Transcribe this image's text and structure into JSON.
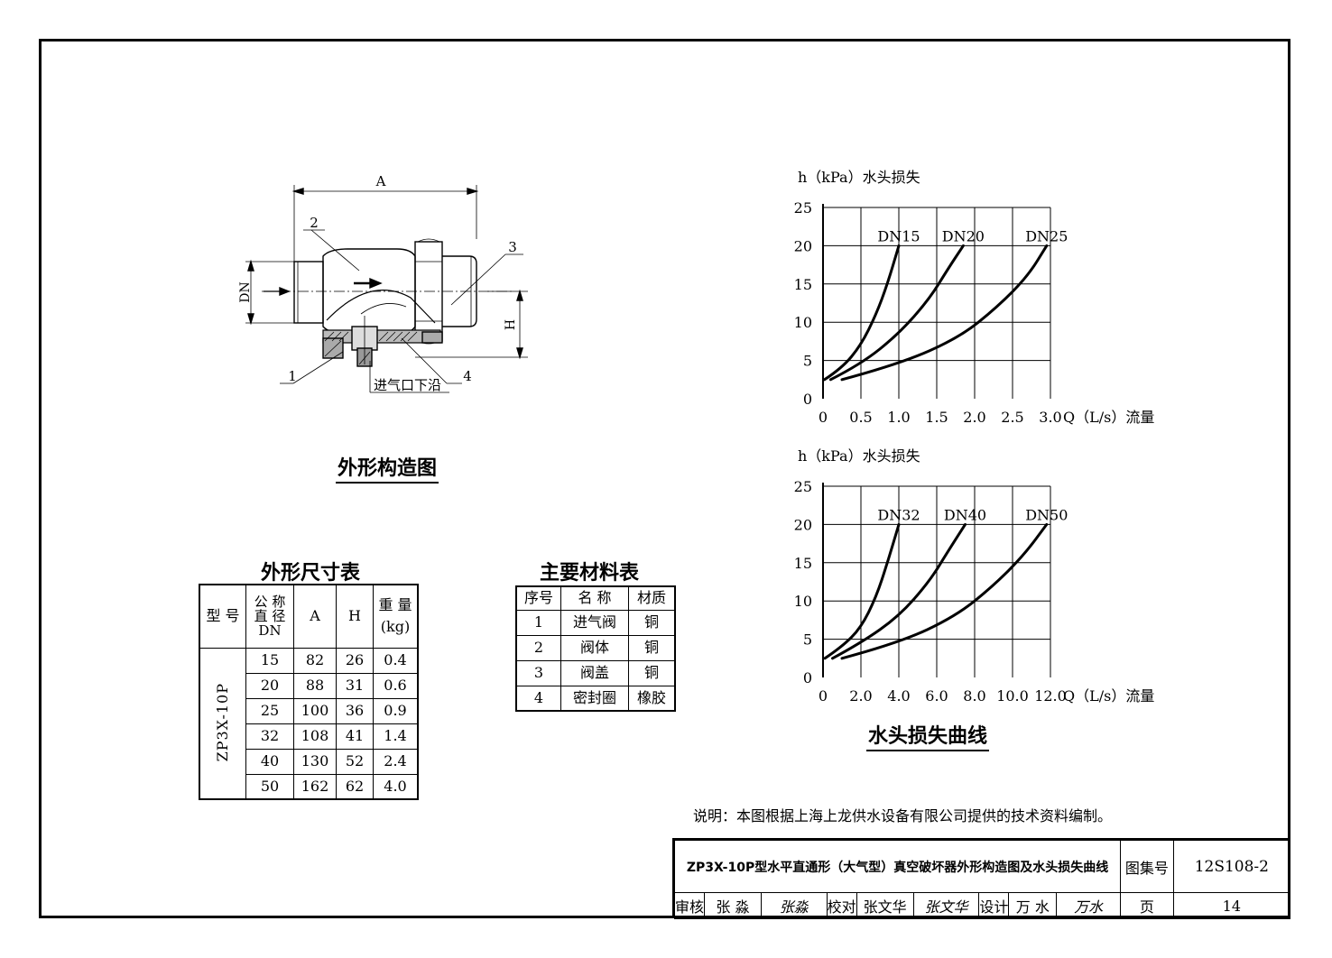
{
  "drawing": {
    "dim_A": "A",
    "dim_DN": "DN",
    "dim_H": "H",
    "part_1": "1",
    "part_2": "2",
    "part_3": "3",
    "part_4": "4",
    "inlet_label": "进气口下沿"
  },
  "drawing_title": "外形构造图",
  "curves_title": "水头损失曲线",
  "chart_data": [
    {
      "type": "line",
      "ylabel": "h（kPa）水头损失",
      "xlabel": "Q（L/s）流量",
      "x_ticks": [
        "0",
        "0.5",
        "1.0",
        "1.5",
        "2.0",
        "2.5",
        "3.0"
      ],
      "y_ticks": [
        "0",
        "5",
        "10",
        "15",
        "20",
        "25"
      ],
      "xlim": [
        0,
        3.0
      ],
      "ylim": [
        0,
        25
      ],
      "grid": true,
      "series": [
        {
          "name": "DN15",
          "points": [
            [
              0.02,
              2.5
            ],
            [
              0.25,
              4.0
            ],
            [
              0.5,
              7.0
            ],
            [
              0.7,
              11.0
            ],
            [
              0.85,
              15.0
            ],
            [
              1.0,
              20.0
            ]
          ]
        },
        {
          "name": "DN20",
          "points": [
            [
              0.1,
              2.5
            ],
            [
              0.5,
              4.5
            ],
            [
              1.0,
              8.5
            ],
            [
              1.4,
              13.0
            ],
            [
              1.65,
              17.0
            ],
            [
              1.85,
              20.0
            ]
          ]
        },
        {
          "name": "DN25",
          "points": [
            [
              0.25,
              2.5
            ],
            [
              1.0,
              4.5
            ],
            [
              1.8,
              8.0
            ],
            [
              2.3,
              12.0
            ],
            [
              2.7,
              16.0
            ],
            [
              2.95,
              20.0
            ]
          ]
        }
      ]
    },
    {
      "type": "line",
      "ylabel": "h（kPa）水头损失",
      "xlabel": "Q（L/s）流量",
      "x_ticks": [
        "0",
        "2.0",
        "4.0",
        "6.0",
        "8.0",
        "10.0",
        "12.0"
      ],
      "y_ticks": [
        "0",
        "5",
        "10",
        "15",
        "20",
        "25"
      ],
      "xlim": [
        0,
        12.0
      ],
      "ylim": [
        0,
        25
      ],
      "grid": true,
      "series": [
        {
          "name": "DN32",
          "points": [
            [
              0.1,
              2.5
            ],
            [
              1.0,
              4.0
            ],
            [
              2.0,
              6.5
            ],
            [
              2.8,
              10.5
            ],
            [
              3.4,
              15.0
            ],
            [
              4.0,
              20.0
            ]
          ]
        },
        {
          "name": "DN40",
          "points": [
            [
              0.5,
              2.5
            ],
            [
              2.0,
              4.5
            ],
            [
              4.0,
              8.0
            ],
            [
              5.6,
              12.5
            ],
            [
              6.6,
              16.5
            ],
            [
              7.5,
              20.0
            ]
          ]
        },
        {
          "name": "DN50",
          "points": [
            [
              1.0,
              2.5
            ],
            [
              4.0,
              4.5
            ],
            [
              7.0,
              8.0
            ],
            [
              9.0,
              12.0
            ],
            [
              10.6,
              16.0
            ],
            [
              11.8,
              20.0
            ]
          ]
        }
      ]
    }
  ],
  "dimension_table": {
    "title": "外形尺寸表",
    "headers": {
      "model": "型  号",
      "dn_line1": "公 称",
      "dn_line2": "直 径",
      "dn_line3": "DN",
      "a": "A",
      "h": "H",
      "weight_line1": "重 量",
      "weight_line2": "(kg)"
    },
    "model": "ZP3X-10P",
    "rows": [
      [
        "15",
        "82",
        "26",
        "0.4"
      ],
      [
        "20",
        "88",
        "31",
        "0.6"
      ],
      [
        "25",
        "100",
        "36",
        "0.9"
      ],
      [
        "32",
        "108",
        "41",
        "1.4"
      ],
      [
        "40",
        "130",
        "52",
        "2.4"
      ],
      [
        "50",
        "162",
        "62",
        "4.0"
      ]
    ]
  },
  "material_table": {
    "title": "主要材料表",
    "headers": [
      "序号",
      "名 称",
      "材质"
    ],
    "rows": [
      [
        "1",
        "进气阀",
        "铜"
      ],
      [
        "2",
        "阀体",
        "铜"
      ],
      [
        "3",
        "阀盖",
        "铜"
      ],
      [
        "4",
        "密封圈",
        "橡胶"
      ]
    ]
  },
  "note": "说明：本图根据上海上龙供水设备有限公司提供的技术资料编制。",
  "title_block": {
    "drawing_name": "ZP3X-10P型水平直通形（大气型）真空破坏器外形构造图及水头损失曲线",
    "atlas_label": "图集号",
    "atlas_no": "12S108-2",
    "review_label": "审核",
    "reviewer": "张 淼",
    "reviewer_sig": "张淼",
    "check_label": "校对",
    "checker": "张文华",
    "checker_sig": "张文华",
    "design_label": "设计",
    "designer": "万 水",
    "designer_sig": "万水",
    "page_label": "页",
    "page_no": "14"
  }
}
